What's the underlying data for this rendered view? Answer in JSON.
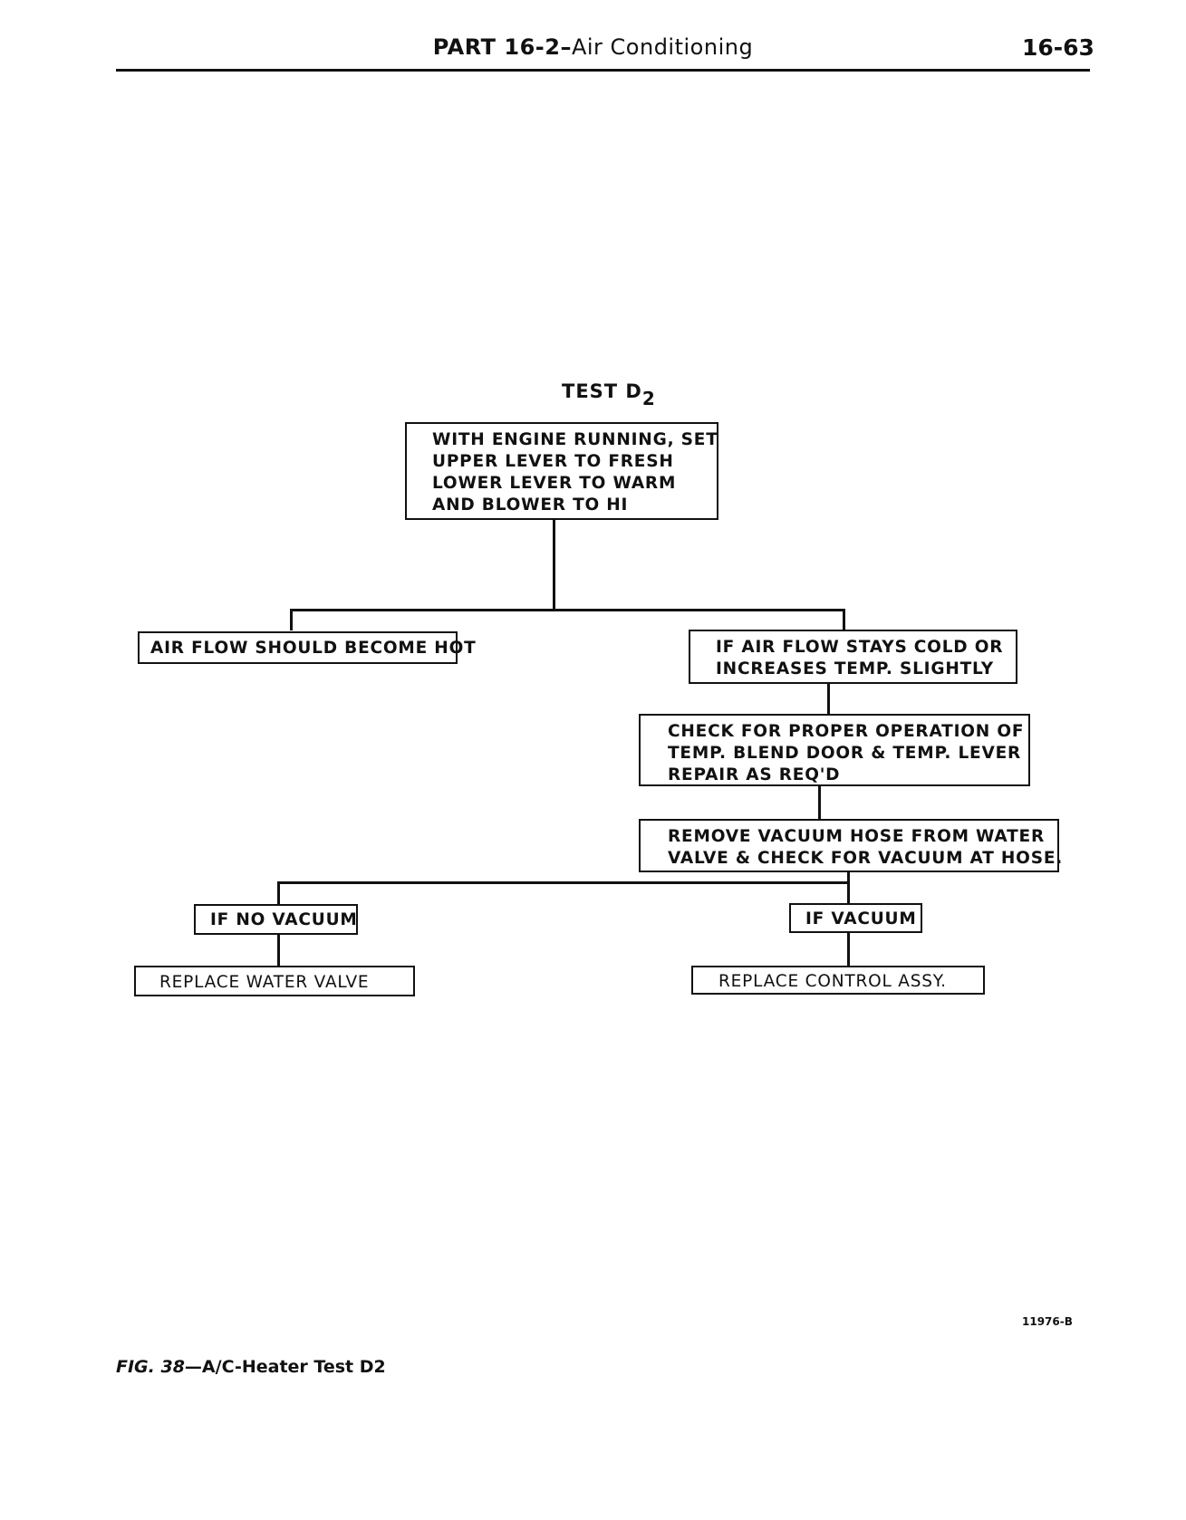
{
  "header": {
    "part_label": "PART 16-2",
    "part_dash": "–",
    "part_title": "Air Conditioning",
    "page_number": "16-63"
  },
  "diagram": {
    "title": "TEST D",
    "title_sub": "2",
    "start_box": [
      "WITH ENGINE RUNNING, SET",
      "UPPER LEVER TO FRESH",
      "LOWER LEVER TO WARM",
      "AND BLOWER TO HI"
    ],
    "hot_result": "AIR FLOW SHOULD BECOME HOT",
    "cold_result": [
      "IF AIR FLOW STAYS COLD OR",
      "INCREASES TEMP. SLIGHTLY"
    ],
    "check_box": [
      "CHECK FOR PROPER OPERATION OF",
      "TEMP. BLEND DOOR & TEMP. LEVER",
      "REPAIR AS REQ'D"
    ],
    "vacuum_box": [
      "REMOVE VACUUM HOSE FROM WATER",
      "VALVE & CHECK FOR VACUUM AT HOSE."
    ],
    "no_vacuum": "IF NO VACUUM",
    "vacuum": "IF VACUUM",
    "replace_valve": "REPLACE WATER VALVE",
    "replace_control": "REPLACE CONTROL ASSY."
  },
  "figure_code": "11976-B",
  "caption": {
    "fig_label": "FIG. 38",
    "dash": "—",
    "text": "A/C-Heater Test D2"
  }
}
